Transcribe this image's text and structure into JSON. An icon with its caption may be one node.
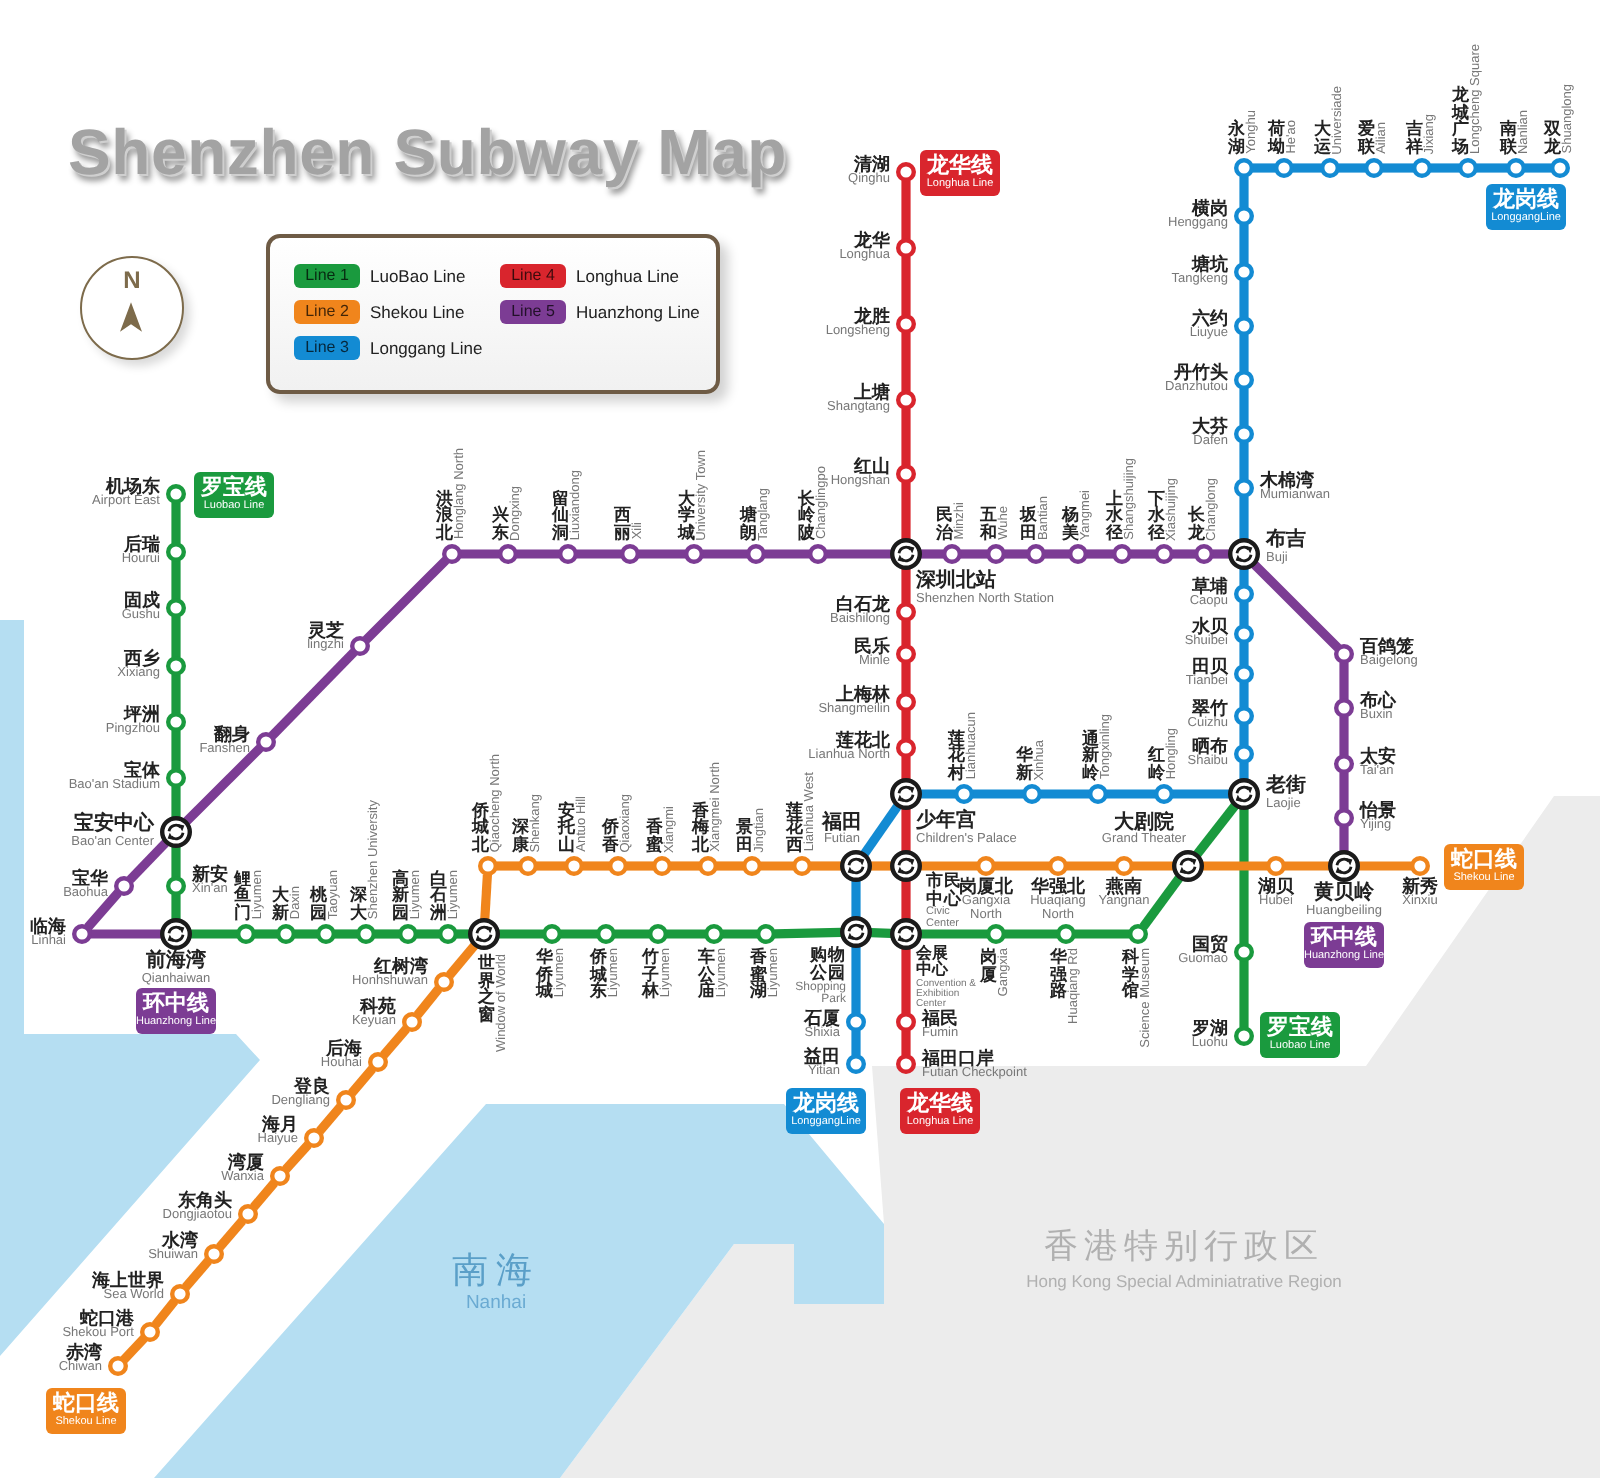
{
  "diagram": {
    "title": "Shenzhen Subway Map",
    "nodes": [
      {
        "text": [
          "机场东",
          "Airport East"
        ]
      },
      {
        "text": [
          "后瑞",
          "Hourui"
        ]
      },
      {
        "text": [
          "固戍",
          "Gushu"
        ]
      },
      {
        "text": [
          "西乡",
          "Xixiang"
        ]
      },
      {
        "text": [
          "坪洲",
          "Pingzhou"
        ]
      },
      {
        "text": [
          "宝体",
          "Bao'an Stadium"
        ]
      },
      {
        "text": [
          "宝安中心",
          "Bao'an Center"
        ]
      },
      {
        "text": [
          "新安",
          "Xin'an"
        ]
      },
      {
        "text": [
          "前海湾",
          "Qianhaiwan"
        ]
      },
      {
        "text": [
          "鲤鱼门",
          "Liyumen"
        ]
      },
      {
        "text": [
          "大新",
          "Daxin"
        ]
      },
      {
        "text": [
          "桃园",
          "Taoyuan"
        ]
      },
      {
        "text": [
          "深大",
          "Shenzhen University"
        ]
      },
      {
        "text": [
          "高新园",
          "Liyumen"
        ]
      },
      {
        "text": [
          "白石洲",
          "Liyumen"
        ]
      },
      {
        "text": [
          "世界之窗",
          "Window of World"
        ]
      },
      {
        "text": [
          "华侨城",
          "Liyumen"
        ]
      },
      {
        "text": [
          "侨城东",
          "Liyumen"
        ]
      },
      {
        "text": [
          "竹子林",
          "Liyumen"
        ]
      },
      {
        "text": [
          "车公庙",
          "Liyumen"
        ]
      },
      {
        "text": [
          "香蜜湖",
          "Liyumen"
        ]
      },
      {
        "text": [
          "购物公园",
          "Shopping Park"
        ]
      },
      {
        "text": [
          "会展中心",
          "Convention & Exhibition Center"
        ]
      },
      {
        "text": [
          "岗厦",
          "Gangxia"
        ]
      },
      {
        "text": [
          "华强路",
          "Huaqiang Rd"
        ]
      },
      {
        "text": [
          "科学馆",
          "Science Museum"
        ]
      },
      {
        "text": [
          "大剧院",
          "Grand Theater"
        ]
      },
      {
        "text": [
          "老街",
          "Laojie"
        ]
      },
      {
        "text": [
          "国贸",
          "Guomao"
        ]
      },
      {
        "text": [
          "罗湖",
          "Luohu"
        ]
      },
      {
        "text": [
          "赤湾",
          "Chiwan"
        ]
      },
      {
        "text": [
          "蛇口港",
          "Shekou Port"
        ]
      },
      {
        "text": [
          "海上世界",
          "Sea World"
        ]
      },
      {
        "text": [
          "水湾",
          "Shuiwan"
        ]
      },
      {
        "text": [
          "东角头",
          "Dongjiaotou"
        ]
      },
      {
        "text": [
          "湾厦",
          "Wanxia"
        ]
      },
      {
        "text": [
          "海月",
          "Haiyue"
        ]
      },
      {
        "text": [
          "登良",
          "Dengliang"
        ]
      },
      {
        "text": [
          "后海",
          "Houhai"
        ]
      },
      {
        "text": [
          "科苑",
          "Keyuan"
        ]
      },
      {
        "text": [
          "红树湾",
          "Honhshuwan"
        ]
      },
      {
        "text": [
          "侨城北",
          "Qiaocheng North"
        ]
      },
      {
        "text": [
          "深康",
          "Shenkang"
        ]
      },
      {
        "text": [
          "安托山",
          "Antuo Hill"
        ]
      },
      {
        "text": [
          "侨香",
          "Qiaoxiang"
        ]
      },
      {
        "text": [
          "香蜜",
          "Xiangmi"
        ]
      },
      {
        "text": [
          "香梅北",
          "Xiangmei North"
        ]
      },
      {
        "text": [
          "景田",
          "Jingtian"
        ]
      },
      {
        "text": [
          "莲花西",
          "Lianhua West"
        ]
      },
      {
        "text": [
          "福田",
          "Futian"
        ]
      },
      {
        "text": [
          "市民中心",
          "Civic Center"
        ]
      },
      {
        "text": [
          "岗厦北",
          "Gangxia North"
        ]
      },
      {
        "text": [
          "华强北",
          "Huaqiang North"
        ]
      },
      {
        "text": [
          "燕南",
          "Yangnan"
        ]
      },
      {
        "text": [
          "湖贝",
          "Hubei"
        ]
      },
      {
        "text": [
          "黄贝岭",
          "Huangbeiling"
        ]
      },
      {
        "text": [
          "新秀",
          "Xinxiu"
        ]
      },
      {
        "text": [
          "双龙",
          "Shuanglong"
        ]
      },
      {
        "text": [
          "南联",
          "Nanlian"
        ]
      },
      {
        "text": [
          "龙城广场",
          "Longcheng Square"
        ]
      },
      {
        "text": [
          "吉祥",
          "Jixiang"
        ]
      },
      {
        "text": [
          "爱联",
          "Ailian"
        ]
      },
      {
        "text": [
          "大运",
          "Universiade"
        ]
      },
      {
        "text": [
          "荷坳",
          "He'ao"
        ]
      },
      {
        "text": [
          "永湖",
          "Yonghu"
        ]
      },
      {
        "text": [
          "横岗",
          "Henggang"
        ]
      },
      {
        "text": [
          "塘坑",
          "Tangkeng"
        ]
      },
      {
        "text": [
          "六约",
          "Liuyue"
        ]
      },
      {
        "text": [
          "丹竹头",
          "Danzhutou"
        ]
      },
      {
        "text": [
          "大芬",
          "Dafen"
        ]
      },
      {
        "text": [
          "木棉湾",
          "Mumianwan"
        ]
      },
      {
        "text": [
          "布吉",
          "Buji"
        ]
      },
      {
        "text": [
          "草埔",
          "Caopu"
        ]
      },
      {
        "text": [
          "水贝",
          "Shuibei"
        ]
      },
      {
        "text": [
          "田贝",
          "Tianbei"
        ]
      },
      {
        "text": [
          "翠竹",
          "Cuizhu"
        ]
      },
      {
        "text": [
          "晒布",
          "Shaibu"
        ]
      },
      {
        "text": [
          "红岭",
          "Hongling"
        ]
      },
      {
        "text": [
          "通新岭",
          "Tongxinling"
        ]
      },
      {
        "text": [
          "华新",
          "Xinhua"
        ]
      },
      {
        "text": [
          "莲花村",
          "Lianhuacun"
        ]
      },
      {
        "text": [
          "少年宫",
          "Children's Palace"
        ]
      },
      {
        "text": [
          "石厦",
          "Shixia"
        ]
      },
      {
        "text": [
          "益田",
          "Yitian"
        ]
      },
      {
        "text": [
          "清湖",
          "Qinghu"
        ]
      },
      {
        "text": [
          "龙华",
          "Longhua"
        ]
      },
      {
        "text": [
          "龙胜",
          "Longsheng"
        ]
      },
      {
        "text": [
          "上塘",
          "Shangtang"
        ]
      },
      {
        "text": [
          "红山",
          "Hongshan"
        ]
      },
      {
        "text": [
          "深圳北站",
          "Shenzhen North Station"
        ]
      },
      {
        "text": [
          "白石龙",
          "Baishilong"
        ]
      },
      {
        "text": [
          "民乐",
          "Minle"
        ]
      },
      {
        "text": [
          "上梅林",
          "Shangmeilin"
        ]
      },
      {
        "text": [
          "莲花北",
          "Lianhua North"
        ]
      },
      {
        "text": [
          "福民",
          "Fumin"
        ]
      },
      {
        "text": [
          "福田口岸",
          "Futian Checkpoint"
        ]
      },
      {
        "text": [
          "临海",
          "Linhai"
        ]
      },
      {
        "text": [
          "宝华",
          "Baohua"
        ]
      },
      {
        "text": [
          "翻身",
          "Fanshen"
        ]
      },
      {
        "text": [
          "灵芝",
          "lingzhi"
        ]
      },
      {
        "text": [
          "洪浪北",
          "Honglang North"
        ]
      },
      {
        "text": [
          "兴东",
          "Dongxing"
        ]
      },
      {
        "text": [
          "留仙洞",
          "Liuxiandong"
        ]
      },
      {
        "text": [
          "西丽",
          "Xili"
        ]
      },
      {
        "text": [
          "大学城",
          "University Town"
        ]
      },
      {
        "text": [
          "塘朗",
          "Tanglang"
        ]
      },
      {
        "text": [
          "长岭陂",
          "Changlingpo"
        ]
      },
      {
        "text": [
          "民治",
          "Minzhi"
        ]
      },
      {
        "text": [
          "五和",
          "Wuhe"
        ]
      },
      {
        "text": [
          "坂田",
          "Bantian"
        ]
      },
      {
        "text": [
          "杨美",
          "Yangmei"
        ]
      },
      {
        "text": [
          "上水径",
          "Shangshuijing"
        ]
      },
      {
        "text": [
          "下水径",
          "Xiashuijing"
        ]
      },
      {
        "text": [
          "长龙",
          "Changlong"
        ]
      },
      {
        "text": [
          "百鸽笼",
          "Baigelong"
        ]
      },
      {
        "text": [
          "布心",
          "Buxin"
        ]
      },
      {
        "text": [
          "太安",
          "Tai'an"
        ]
      },
      {
        "text": [
          "怡景",
          "Yijing"
        ]
      },
      {
        "text": [
          "罗宝线",
          "Luobao Line"
        ]
      },
      {
        "text": [
          "罗宝线",
          "Luobao Line"
        ]
      },
      {
        "text": [
          "蛇口线",
          "Shekou Line"
        ]
      },
      {
        "text": [
          "蛇口线",
          "Shekou Line"
        ]
      },
      {
        "text": [
          "龙岗线",
          "LonggangLine"
        ]
      },
      {
        "text": [
          "龙岗线",
          "LonggangLine"
        ]
      },
      {
        "text": [
          "龙华线",
          "Longhua Line"
        ]
      },
      {
        "text": [
          "龙华线",
          "Longhua Line"
        ]
      },
      {
        "text": [
          "环中线",
          "Huanzhong Line"
        ]
      },
      {
        "text": [
          "环中线",
          "Huanzhong Line"
        ]
      }
    ],
    "edges": [
      {
        "from": 0,
        "to": 1,
        "arrow": "none",
        "color": "#1a9a3e"
      },
      {
        "from": 1,
        "to": 2,
        "arrow": "none",
        "color": "#1a9a3e"
      },
      {
        "from": 2,
        "to": 3,
        "arrow": "none",
        "color": "#1a9a3e"
      },
      {
        "from": 3,
        "to": 4,
        "arrow": "none",
        "color": "#1a9a3e"
      },
      {
        "from": 4,
        "to": 5,
        "arrow": "none",
        "color": "#1a9a3e"
      },
      {
        "from": 5,
        "to": 6,
        "arrow": "none",
        "color": "#1a9a3e"
      },
      {
        "from": 6,
        "to": 7,
        "arrow": "none",
        "color": "#1a9a3e"
      },
      {
        "from": 7,
        "to": 8,
        "arrow": "none",
        "color": "#1a9a3e"
      },
      {
        "from": 8,
        "to": 9,
        "arrow": "none",
        "color": "#1a9a3e"
      },
      {
        "from": 9,
        "to": 10,
        "arrow": "none",
        "color": "#1a9a3e"
      },
      {
        "from": 10,
        "to": 11,
        "arrow": "none",
        "color": "#1a9a3e"
      },
      {
        "from": 11,
        "to": 12,
        "arrow": "none",
        "color": "#1a9a3e"
      },
      {
        "from": 12,
        "to": 13,
        "arrow": "none",
        "color": "#1a9a3e"
      },
      {
        "from": 13,
        "to": 14,
        "arrow": "none",
        "color": "#1a9a3e"
      },
      {
        "from": 14,
        "to": 15,
        "arrow": "none",
        "color": "#1a9a3e"
      },
      {
        "from": 15,
        "to": 16,
        "arrow": "none",
        "color": "#1a9a3e"
      },
      {
        "from": 16,
        "to": 17,
        "arrow": "none",
        "color": "#1a9a3e"
      },
      {
        "from": 17,
        "to": 18,
        "arrow": "none",
        "color": "#1a9a3e"
      },
      {
        "from": 18,
        "to": 19,
        "arrow": "none",
        "color": "#1a9a3e"
      },
      {
        "from": 19,
        "to": 20,
        "arrow": "none",
        "color": "#1a9a3e"
      },
      {
        "from": 20,
        "to": 21,
        "arrow": "none",
        "color": "#1a9a3e"
      },
      {
        "from": 21,
        "to": 22,
        "arrow": "none",
        "color": "#1a9a3e"
      },
      {
        "from": 22,
        "to": 23,
        "arrow": "none",
        "color": "#1a9a3e"
      },
      {
        "from": 23,
        "to": 24,
        "arrow": "none",
        "color": "#1a9a3e"
      },
      {
        "from": 24,
        "to": 25,
        "arrow": "none",
        "color": "#1a9a3e"
      },
      {
        "from": 25,
        "to": 26,
        "arrow": "none",
        "color": "#1a9a3e"
      },
      {
        "from": 26,
        "to": 27,
        "arrow": "none",
        "color": "#1a9a3e"
      },
      {
        "from": 27,
        "to": 28,
        "arrow": "none",
        "color": "#1a9a3e"
      },
      {
        "from": 28,
        "to": 29,
        "arrow": "none",
        "color": "#1a9a3e"
      },
      {
        "from": 30,
        "to": 31,
        "arrow": "none",
        "color": "#f0851c"
      },
      {
        "from": 31,
        "to": 32,
        "arrow": "none",
        "color": "#f0851c"
      },
      {
        "from": 32,
        "to": 33,
        "arrow": "none",
        "color": "#f0851c"
      },
      {
        "from": 33,
        "to": 34,
        "arrow": "none",
        "color": "#f0851c"
      },
      {
        "from": 34,
        "to": 35,
        "arrow": "none",
        "color": "#f0851c"
      },
      {
        "from": 35,
        "to": 36,
        "arrow": "none",
        "color": "#f0851c"
      },
      {
        "from": 36,
        "to": 37,
        "arrow": "none",
        "color": "#f0851c"
      },
      {
        "from": 37,
        "to": 38,
        "arrow": "none",
        "color": "#f0851c"
      },
      {
        "from": 38,
        "to": 39,
        "arrow": "none",
        "color": "#f0851c"
      },
      {
        "from": 39,
        "to": 40,
        "arrow": "none",
        "color": "#f0851c"
      },
      {
        "from": 40,
        "to": 15,
        "arrow": "none",
        "color": "#f0851c"
      },
      {
        "from": 15,
        "to": 41,
        "arrow": "none",
        "color": "#f0851c"
      },
      {
        "from": 41,
        "to": 42,
        "arrow": "none",
        "color": "#f0851c"
      },
      {
        "from": 42,
        "to": 43,
        "arrow": "none",
        "color": "#f0851c"
      },
      {
        "from": 43,
        "to": 44,
        "arrow": "none",
        "color": "#f0851c"
      },
      {
        "from": 44,
        "to": 45,
        "arrow": "none",
        "color": "#f0851c"
      },
      {
        "from": 45,
        "to": 46,
        "arrow": "none",
        "color": "#f0851c"
      },
      {
        "from": 46,
        "to": 47,
        "arrow": "none",
        "color": "#f0851c"
      },
      {
        "from": 47,
        "to": 48,
        "arrow": "none",
        "color": "#f0851c"
      },
      {
        "from": 48,
        "to": 49,
        "arrow": "none",
        "color": "#f0851c"
      },
      {
        "from": 49,
        "to": 50,
        "arrow": "none",
        "color": "#f0851c"
      },
      {
        "from": 50,
        "to": 51,
        "arrow": "none",
        "color": "#f0851c"
      },
      {
        "from": 51,
        "to": 52,
        "arrow": "none",
        "color": "#f0851c"
      },
      {
        "from": 52,
        "to": 53,
        "arrow": "none",
        "color": "#f0851c"
      },
      {
        "from": 53,
        "to": 26,
        "arrow": "none",
        "color": "#f0851c"
      },
      {
        "from": 26,
        "to": 54,
        "arrow": "none",
        "color": "#f0851c"
      },
      {
        "from": 54,
        "to": 55,
        "arrow": "none",
        "color": "#f0851c"
      },
      {
        "from": 55,
        "to": 56,
        "arrow": "none",
        "color": "#f0851c"
      },
      {
        "from": 57,
        "to": 58,
        "arrow": "none",
        "color": "#138bd3"
      },
      {
        "from": 58,
        "to": 59,
        "arrow": "none",
        "color": "#138bd3"
      },
      {
        "from": 59,
        "to": 60,
        "arrow": "none",
        "color": "#138bd3"
      },
      {
        "from": 60,
        "to": 61,
        "arrow": "none",
        "color": "#138bd3"
      },
      {
        "from": 61,
        "to": 62,
        "arrow": "none",
        "color": "#138bd3"
      },
      {
        "from": 62,
        "to": 63,
        "arrow": "none",
        "color": "#138bd3"
      },
      {
        "from": 63,
        "to": 64,
        "arrow": "none",
        "color": "#138bd3"
      },
      {
        "from": 64,
        "to": 65,
        "arrow": "none",
        "color": "#138bd3"
      },
      {
        "from": 65,
        "to": 66,
        "arrow": "none",
        "color": "#138bd3"
      },
      {
        "from": 66,
        "to": 67,
        "arrow": "none",
        "color": "#138bd3"
      },
      {
        "from": 67,
        "to": 68,
        "arrow": "none",
        "color": "#138bd3"
      },
      {
        "from": 68,
        "to": 69,
        "arrow": "none",
        "color": "#138bd3"
      },
      {
        "from": 69,
        "to": 70,
        "arrow": "none",
        "color": "#138bd3"
      },
      {
        "from": 70,
        "to": 71,
        "arrow": "none",
        "color": "#138bd3"
      },
      {
        "from": 71,
        "to": 72,
        "arrow": "none",
        "color": "#138bd3"
      },
      {
        "from": 72,
        "to": 73,
        "arrow": "none",
        "color": "#138bd3"
      },
      {
        "from": 73,
        "to": 74,
        "arrow": "none",
        "color": "#138bd3"
      },
      {
        "from": 74,
        "to": 75,
        "arrow": "none",
        "color": "#138bd3"
      },
      {
        "from": 75,
        "to": 76,
        "arrow": "none",
        "color": "#138bd3"
      },
      {
        "from": 76,
        "to": 27,
        "arrow": "none",
        "color": "#138bd3"
      },
      {
        "from": 27,
        "to": 77,
        "arrow": "none",
        "color": "#138bd3"
      },
      {
        "from": 77,
        "to": 78,
        "arrow": "none",
        "color": "#138bd3"
      },
      {
        "from": 78,
        "to": 79,
        "arrow": "none",
        "color": "#138bd3"
      },
      {
        "from": 79,
        "to": 80,
        "arrow": "none",
        "color": "#138bd3"
      },
      {
        "from": 80,
        "to": 81,
        "arrow": "none",
        "color": "#138bd3"
      },
      {
        "from": 81,
        "to": 49,
        "arrow": "none",
        "color": "#138bd3"
      },
      {
        "from": 49,
        "to": 21,
        "arrow": "none",
        "color": "#138bd3"
      },
      {
        "from": 21,
        "to": 82,
        "arrow": "none",
        "color": "#138bd3"
      },
      {
        "from": 82,
        "to": 83,
        "arrow": "none",
        "color": "#138bd3"
      },
      {
        "from": 84,
        "to": 85,
        "arrow": "none",
        "color": "#d9252d"
      },
      {
        "from": 85,
        "to": 86,
        "arrow": "none",
        "color": "#d9252d"
      },
      {
        "from": 86,
        "to": 87,
        "arrow": "none",
        "color": "#d9252d"
      },
      {
        "from": 87,
        "to": 88,
        "arrow": "none",
        "color": "#d9252d"
      },
      {
        "from": 88,
        "to": 89,
        "arrow": "none",
        "color": "#d9252d"
      },
      {
        "from": 89,
        "to": 90,
        "arrow": "none",
        "color": "#d9252d"
      },
      {
        "from": 90,
        "to": 91,
        "arrow": "none",
        "color": "#d9252d"
      },
      {
        "from": 91,
        "to": 92,
        "arrow": "none",
        "color": "#d9252d"
      },
      {
        "from": 92,
        "to": 93,
        "arrow": "none",
        "color": "#d9252d"
      },
      {
        "from": 93,
        "to": 81,
        "arrow": "none",
        "color": "#d9252d"
      },
      {
        "from": 81,
        "to": 50,
        "arrow": "none",
        "color": "#d9252d"
      },
      {
        "from": 50,
        "to": 22,
        "arrow": "none",
        "color": "#d9252d"
      },
      {
        "from": 22,
        "to": 94,
        "arrow": "none",
        "color": "#d9252d"
      },
      {
        "from": 94,
        "to": 95,
        "arrow": "none",
        "color": "#d9252d"
      },
      {
        "from": 8,
        "to": 96,
        "arrow": "none",
        "color": "#7c3c94"
      },
      {
        "from": 96,
        "to": 97,
        "arrow": "none",
        "color": "#7c3c94"
      },
      {
        "from": 97,
        "to": 6,
        "arrow": "none",
        "color": "#7c3c94"
      },
      {
        "from": 6,
        "to": 98,
        "arrow": "none",
        "color": "#7c3c94"
      },
      {
        "from": 98,
        "to": 99,
        "arrow": "none",
        "color": "#7c3c94"
      },
      {
        "from": 99,
        "to": 100,
        "arrow": "none",
        "color": "#7c3c94"
      },
      {
        "from": 100,
        "to": 101,
        "arrow": "none",
        "color": "#7c3c94"
      },
      {
        "from": 101,
        "to": 102,
        "arrow": "none",
        "color": "#7c3c94"
      },
      {
        "from": 102,
        "to": 103,
        "arrow": "none",
        "color": "#7c3c94"
      },
      {
        "from": 103,
        "to": 104,
        "arrow": "none",
        "color": "#7c3c94"
      },
      {
        "from": 104,
        "to": 105,
        "arrow": "none",
        "color": "#7c3c94"
      },
      {
        "from": 105,
        "to": 106,
        "arrow": "none",
        "color": "#7c3c94"
      },
      {
        "from": 106,
        "to": 89,
        "arrow": "none",
        "color": "#7c3c94"
      },
      {
        "from": 89,
        "to": 107,
        "arrow": "none",
        "color": "#7c3c94"
      },
      {
        "from": 107,
        "to": 108,
        "arrow": "none",
        "color": "#7c3c94"
      },
      {
        "from": 108,
        "to": 109,
        "arrow": "none",
        "color": "#7c3c94"
      },
      {
        "from": 109,
        "to": 110,
        "arrow": "none",
        "color": "#7c3c94"
      },
      {
        "from": 110,
        "to": 111,
        "arrow": "none",
        "color": "#7c3c94"
      },
      {
        "from": 111,
        "to": 112,
        "arrow": "none",
        "color": "#7c3c94"
      },
      {
        "from": 112,
        "to": 113,
        "arrow": "none",
        "color": "#7c3c94"
      },
      {
        "from": 113,
        "to": 71,
        "arrow": "none",
        "color": "#7c3c94"
      },
      {
        "from": 71,
        "to": 114,
        "arrow": "none",
        "color": "#7c3c94"
      },
      {
        "from": 114,
        "to": 115,
        "arrow": "none",
        "color": "#7c3c94"
      },
      {
        "from": 115,
        "to": 116,
        "arrow": "none",
        "color": "#7c3c94"
      },
      {
        "from": 116,
        "to": 117,
        "arrow": "none",
        "color": "#7c3c94"
      },
      {
        "from": 117,
        "to": 55,
        "arrow": "none",
        "color": "#7c3c94"
      }
    ],
    "labels": [
      "N",
      "Line 1",
      "Line 4",
      "Line 2",
      "Line 5",
      "Line 3",
      "南海",
      "Nanhai",
      "香港特别行政区",
      "Hong Kong Special Adminiatrative Region"
    ],
    "legend": [
      {
        "text": "LuoBao Line",
        "color": "#1a9a3e"
      },
      {
        "text": "Longhua Line",
        "color": "#d9252d"
      },
      {
        "text": "Shekou Line",
        "color": "#f0851c"
      },
      {
        "text": "Huanzhong Line",
        "color": "#7c3c94"
      },
      {
        "text": "Longgang Line",
        "color": "#138bd3"
      }
    ]
  }
}
